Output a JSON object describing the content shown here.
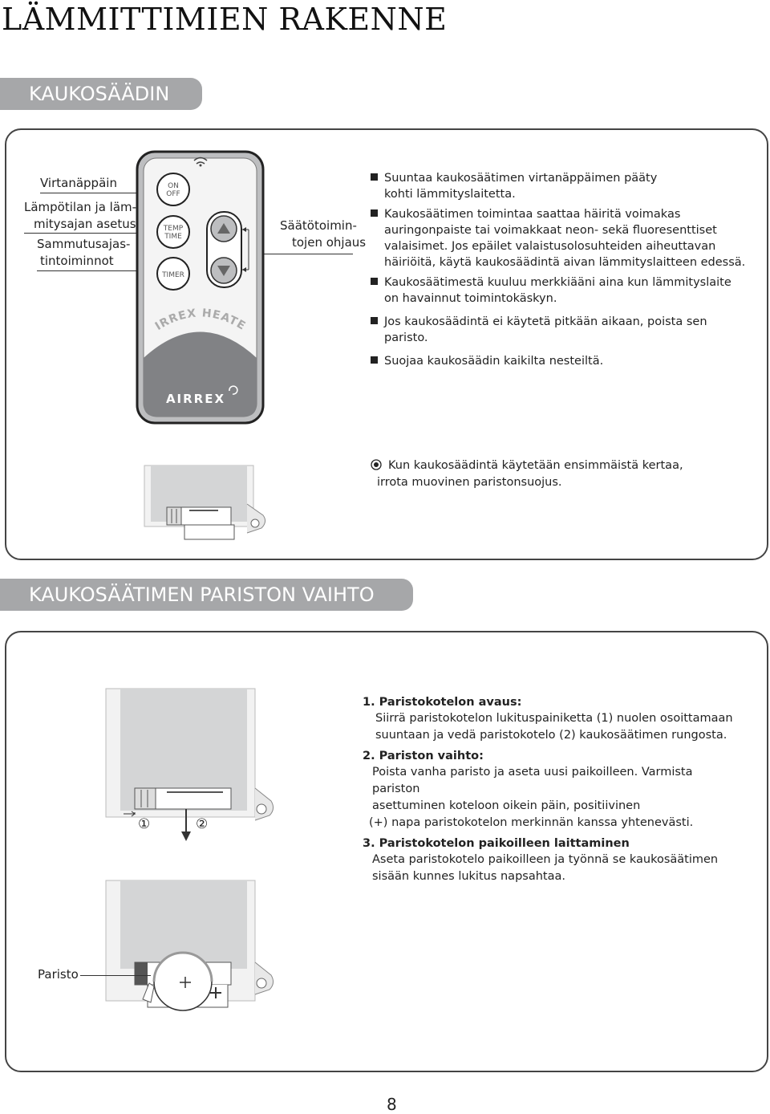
{
  "page_title": "LÄMMITTIMIEN RAKENNE",
  "section1": {
    "heading": "KAUKOSÄÄDIN",
    "left_labels": [
      "Virtanäppäin",
      "Lämpötilan ja läm-",
      "mitysajan asetus",
      "Sammutusajas-",
      "tintoiminnot"
    ],
    "right_label": [
      "Säätötoimin-",
      "tojen ohjaus"
    ],
    "remote": {
      "btn_on": "ON",
      "btn_off": "OFF",
      "btn_temp": "TEMP",
      "btn_time": "TIME",
      "btn_timer": "TIMER",
      "brand_arc": "AIRREX HEATER",
      "logo": "AIRREX"
    },
    "bullets": [
      [
        "Suuntaa kaukosäätimen virtanäppäimen pääty",
        "kohti lämmityslaitetta."
      ],
      [
        "Kaukosäätimen toimintaa saattaa häiritä voimakas",
        "auringonpaiste tai voimakkaat neon- sekä fluoresenttiset",
        "valaisimet. Jos epäilet valaistusolosuhteiden aiheuttavan",
        "häiriöitä, käytä kaukosäädintä aivan lämmityslaitteen edessä."
      ],
      [
        "Kaukosäätimestä kuuluu merkkiääni aina kun lämmityslaite",
        "on havainnut toimintokäskyn."
      ],
      [
        "Jos kaukosäädintä ei käytetä pitkään aikaan, poista sen",
        "paristo."
      ],
      [
        "Suojaa kaukosäädin kaikilta nesteiltä."
      ]
    ],
    "note": [
      "Kun kaukosäädintä käytetään ensimmäistä kertaa,",
      "irrota muovinen paristonsuojus."
    ]
  },
  "section2": {
    "heading": "KAUKOSÄÄTIMEN PARISTON VAIHTO",
    "markers": [
      "①",
      "②"
    ],
    "battery_label": "Paristo",
    "steps": [
      {
        "title": "1.  Paristokotelon avaus:",
        "lines": [
          "Siirrä paristokotelon lukituspainiketta (1) nuolen osoittamaan",
          "suuntaan ja vedä paristokotelo (2) kaukosäätimen rungosta."
        ]
      },
      {
        "title": "2.  Pariston vaihto:",
        "lines": [
          "Poista vanha paristo ja aseta uusi paikoilleen. Varmista pariston",
          "asettuminen koteloon oikein päin, positiivinen",
          "(+) napa paristokotelon merkinnän kanssa yhtenevästi."
        ]
      },
      {
        "title": "3.  Paristokotelon paikoilleen laittaminen",
        "lines": [
          "Aseta paristokotelo paikoilleen ja työnnä se kaukosäätimen",
          "sisään kunnes lukitus napsahtaa."
        ]
      }
    ]
  },
  "page_number": "8"
}
